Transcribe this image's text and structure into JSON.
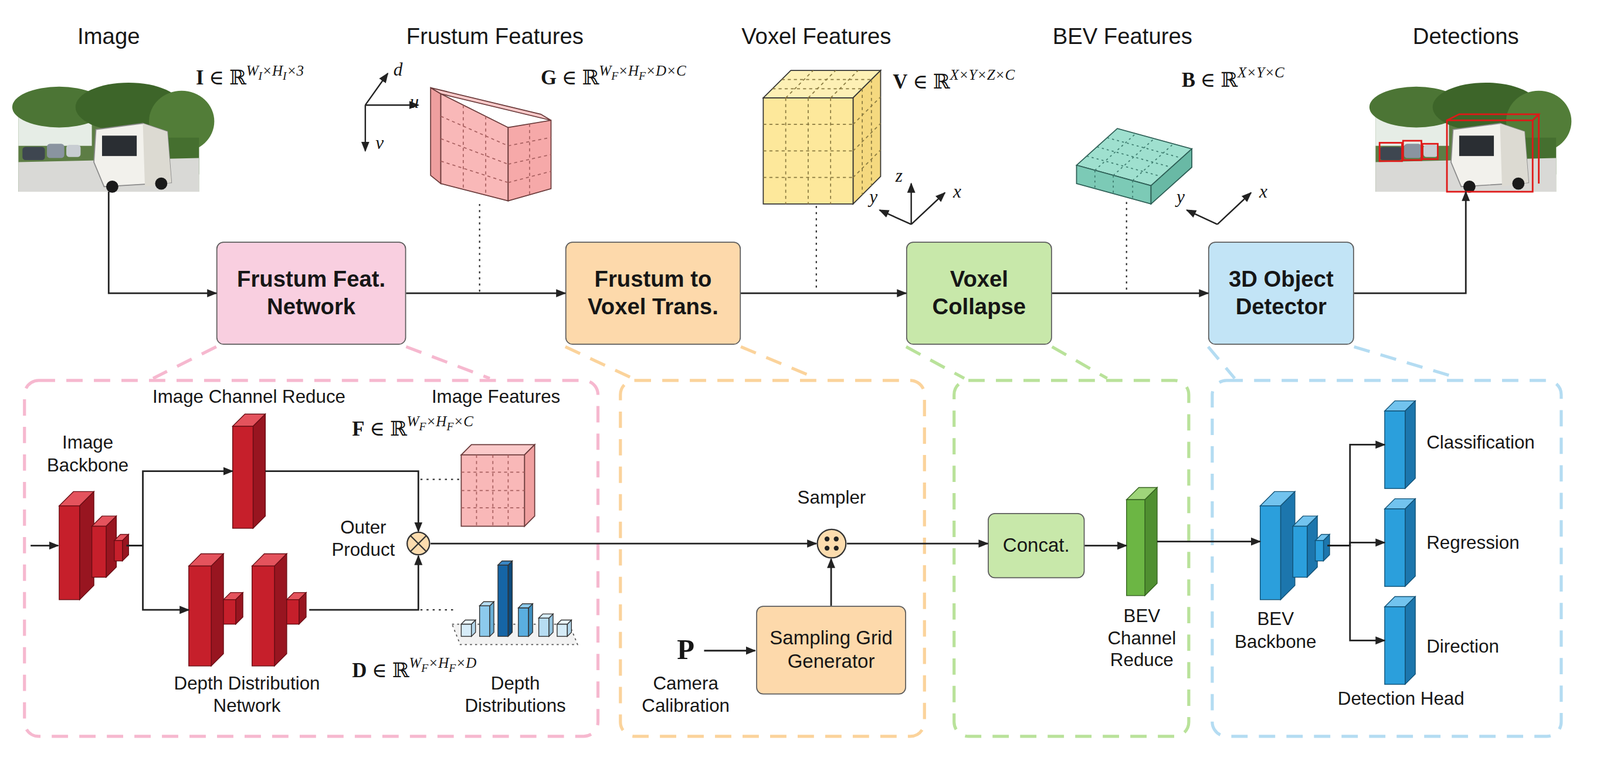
{
  "diagram": {
    "nodes": [
      {
        "text": [
          "Image"
        ]
      },
      {
        "text": [
          "Frustum Feat. Network"
        ]
      },
      {
        "text": [
          "Frustum to Voxel Trans."
        ]
      },
      {
        "text": [
          "Voxel Collapse"
        ]
      },
      {
        "text": [
          "3D Object Detector"
        ]
      },
      {
        "text": [
          "Detections"
        ]
      },
      {
        "text": [
          "Image Backbone"
        ]
      },
      {
        "text": [
          "Image Channel Reduce"
        ]
      },
      {
        "text": [
          "Depth Distribution Network"
        ]
      },
      {
        "text": [
          "Outer Product"
        ]
      },
      {
        "text": [
          "Sampler"
        ]
      },
      {
        "text": [
          "Sampling Grid Generator"
        ]
      },
      {
        "text": [
          "Concat."
        ]
      },
      {
        "text": [
          "BEV Channel Reduce"
        ]
      },
      {
        "text": [
          "BEV Backbone"
        ]
      },
      {
        "text": [
          "Classification"
        ]
      },
      {
        "text": [
          "Regression"
        ]
      },
      {
        "text": [
          "Direction"
        ]
      }
    ],
    "edges": [
      {
        "from": 0,
        "to": 1,
        "arrow": "to"
      },
      {
        "from": 1,
        "to": 2,
        "arrow": "to"
      },
      {
        "from": 2,
        "to": 3,
        "arrow": "to"
      },
      {
        "from": 3,
        "to": 4,
        "arrow": "to"
      },
      {
        "from": 4,
        "to": 5,
        "arrow": "to"
      },
      {
        "from": 6,
        "to": 7,
        "arrow": "to"
      },
      {
        "from": 6,
        "to": 8,
        "arrow": "to"
      },
      {
        "from": 7,
        "to": 9,
        "arrow": "to"
      },
      {
        "from": 8,
        "to": 9,
        "arrow": "to"
      },
      {
        "from": 9,
        "to": 10,
        "arrow": "to"
      },
      {
        "from": 11,
        "to": 10,
        "arrow": "to"
      },
      {
        "from": 10,
        "to": 12,
        "arrow": "to"
      },
      {
        "from": 12,
        "to": 13,
        "arrow": "to"
      },
      {
        "from": 13,
        "to": 14,
        "arrow": "to"
      },
      {
        "from": 14,
        "to": 15,
        "arrow": "to"
      },
      {
        "from": 14,
        "to": 16,
        "arrow": "to"
      },
      {
        "from": 14,
        "to": 17,
        "arrow": "to"
      }
    ],
    "labels": [
      "I ∈ ℝWI×HI×3",
      "Frustum Features",
      "d",
      "u",
      "v",
      "G ∈ ℝWF×HF×D×C",
      "Voxel Features",
      "V ∈ ℝX×Y×Z×C",
      "z",
      "y",
      "x",
      "BEV Features",
      "B ∈ ℝX×Y×C",
      "y",
      "x",
      "Image Features",
      "F ∈ ℝWF×HF×C",
      "D ∈ ℝWF×HF×D",
      "Depth Distributions",
      "P",
      "Camera Calibration",
      "Detection Head"
    ]
  }
}
